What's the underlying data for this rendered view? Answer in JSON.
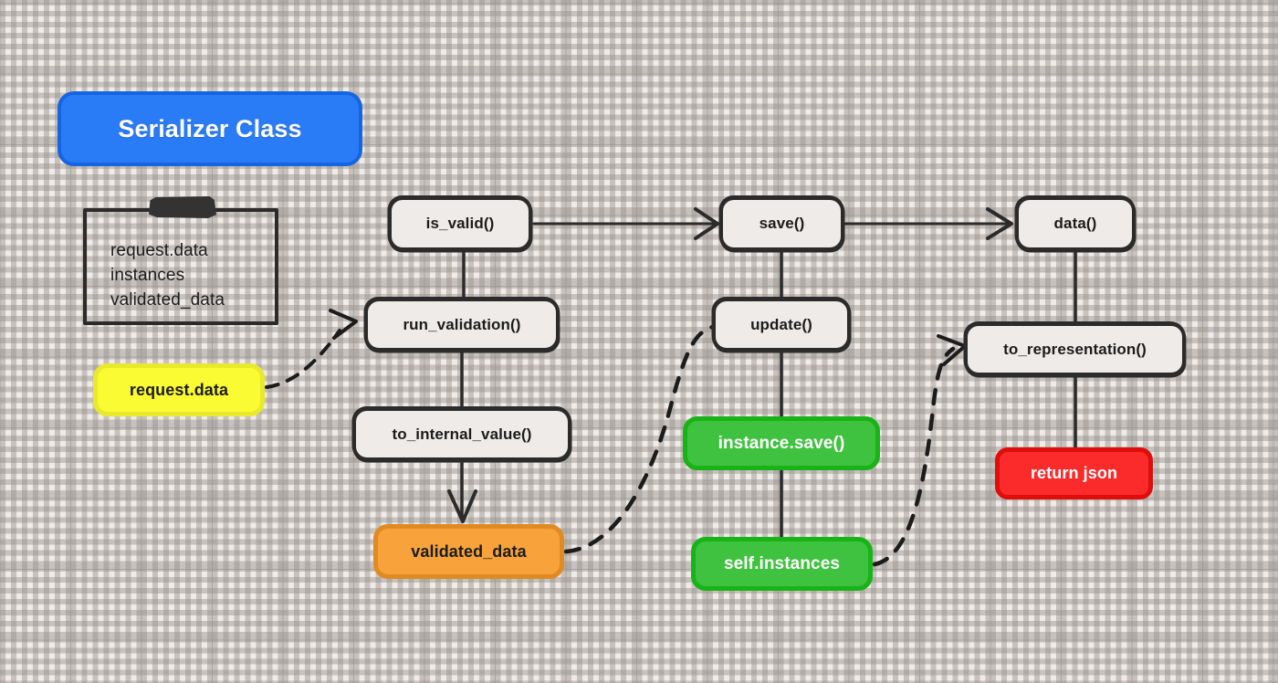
{
  "diagram": {
    "title_node": {
      "label": "Serializer Class"
    },
    "attribute_box": {
      "name": "serializer-attributes",
      "lines": [
        "request.data",
        "instances",
        "validated_data"
      ]
    },
    "nodes": [
      {
        "id": "is_valid",
        "label": "is_valid()",
        "kind": "method"
      },
      {
        "id": "run_validation",
        "label": "run_validation()",
        "kind": "method"
      },
      {
        "id": "to_internal_value",
        "label": "to_internal_value()",
        "kind": "method"
      },
      {
        "id": "save",
        "label": "save()",
        "kind": "method"
      },
      {
        "id": "update",
        "label": "update()",
        "kind": "method"
      },
      {
        "id": "data",
        "label": "data()",
        "kind": "method"
      },
      {
        "id": "to_representation",
        "label": "to_representation()",
        "kind": "method"
      },
      {
        "id": "request_data",
        "label": "request.data",
        "kind": "yellow"
      },
      {
        "id": "validated_data",
        "label": "validated_data",
        "kind": "orange"
      },
      {
        "id": "instance_save",
        "label": "instance.save()",
        "kind": "green"
      },
      {
        "id": "self_instances",
        "label": "self.instances",
        "kind": "green"
      },
      {
        "id": "return_json",
        "label": "return json",
        "kind": "red"
      }
    ],
    "edges": [
      {
        "from": "is_valid",
        "to": "save",
        "style": "solid",
        "arrow": true
      },
      {
        "from": "save",
        "to": "data",
        "style": "solid",
        "arrow": true
      },
      {
        "from": "is_valid",
        "to": "run_validation",
        "style": "solid",
        "arrow": false
      },
      {
        "from": "run_validation",
        "to": "to_internal_value",
        "style": "solid",
        "arrow": false
      },
      {
        "from": "to_internal_value",
        "to": "validated_data",
        "style": "solid",
        "arrow": true
      },
      {
        "from": "save",
        "to": "update",
        "style": "solid",
        "arrow": false
      },
      {
        "from": "update",
        "to": "instance_save",
        "style": "solid",
        "arrow": false
      },
      {
        "from": "instance_save",
        "to": "self_instances",
        "style": "solid",
        "arrow": false
      },
      {
        "from": "data",
        "to": "to_representation",
        "style": "solid",
        "arrow": false
      },
      {
        "from": "to_representation",
        "to": "return_json",
        "style": "solid",
        "arrow": false
      },
      {
        "from": "request_data",
        "to": "run_validation",
        "style": "dashed",
        "arrow": true
      },
      {
        "from": "validated_data",
        "to": "update",
        "style": "dashed",
        "arrow": false
      },
      {
        "from": "self_instances",
        "to": "to_representation",
        "style": "dashed",
        "arrow": true
      }
    ],
    "colors": {
      "background": "#efebe8",
      "grid_line": "#968f8a",
      "stroke": "#2b2b2b",
      "title_fill": "#2a7bf6",
      "title_border": "#1565e0",
      "yellow_fill": "#fbfb34",
      "yellow_border": "#e9e92c",
      "orange_fill": "#f8a23c",
      "orange_border": "#e08a22",
      "green_fill": "#3fc23f",
      "green_border": "#17b317",
      "red_fill": "#fb2b2b",
      "red_border": "#e00d0d",
      "marker_blob": "#333333"
    }
  }
}
